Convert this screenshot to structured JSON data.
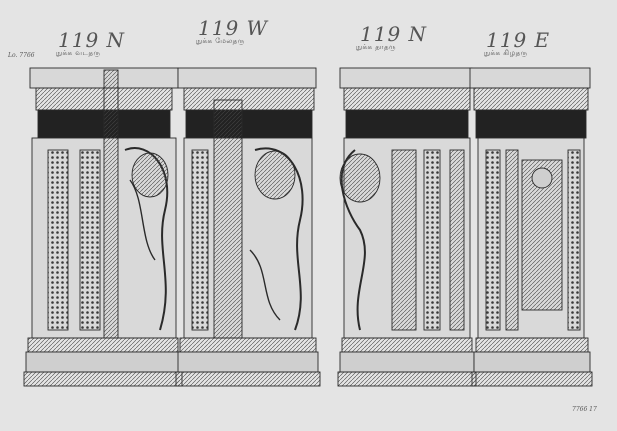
{
  "plates": [
    {
      "number": "119 N",
      "caption": "நுக்க வடதரு"
    },
    {
      "number": "119 W",
      "caption": "நுக்க மேலதரு"
    },
    {
      "number": "119 N",
      "caption": "நுக்க தாதரு"
    },
    {
      "number": "119 E",
      "caption": "நுக்க கிழதரு"
    }
  ],
  "corner_top_left": "Lo. 7766",
  "corner_bottom_right": "7766 17",
  "colors": {
    "paper": "#e4e4e4",
    "ink": "#2a2a2a",
    "pencil": "#666666"
  }
}
